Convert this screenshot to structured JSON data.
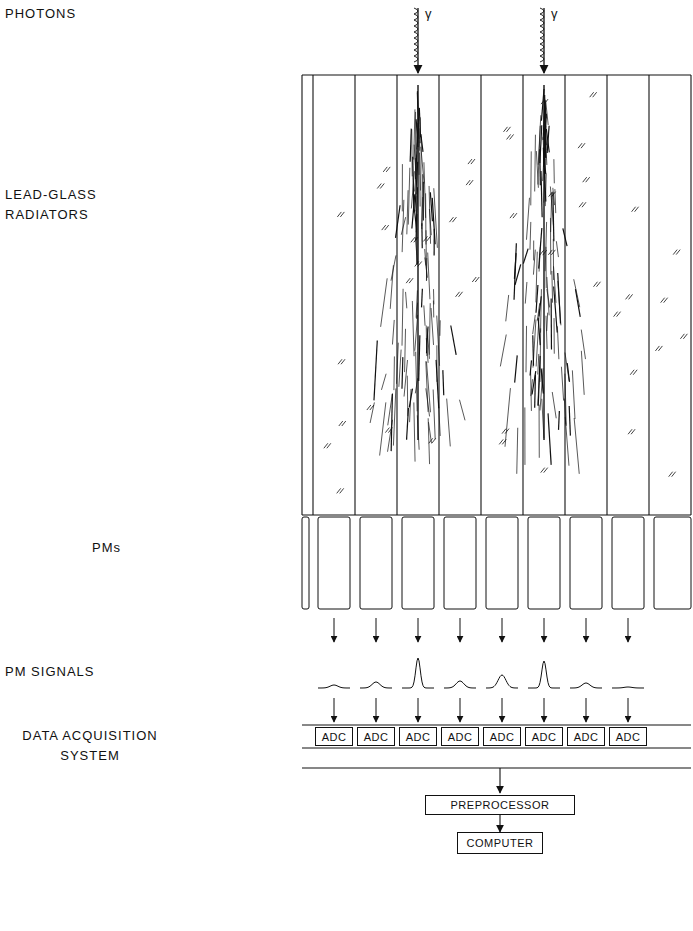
{
  "diagram": {
    "nodes": [
      {
        "text": [
          "ADC"
        ]
      },
      {
        "text": [
          "ADC"
        ]
      },
      {
        "text": [
          "ADC"
        ]
      },
      {
        "text": [
          "ADC"
        ]
      },
      {
        "text": [
          "ADC"
        ]
      },
      {
        "text": [
          "ADC"
        ]
      },
      {
        "text": [
          "ADC"
        ]
      },
      {
        "text": [
          "ADC"
        ]
      },
      {
        "text": [
          "PREPROCESSOR"
        ]
      },
      {
        "text": [
          "COMPUTER"
        ]
      }
    ],
    "edges": [
      {
        "from": 8,
        "to": 9,
        "arrow": "to"
      }
    ],
    "labels": [
      "PHOTONS",
      "γ",
      "γ",
      "LEAD-GLASS RADIATORS",
      "PMs",
      "PM SIGNALS",
      "DATA ACQUISITION SYSTEM"
    ]
  }
}
